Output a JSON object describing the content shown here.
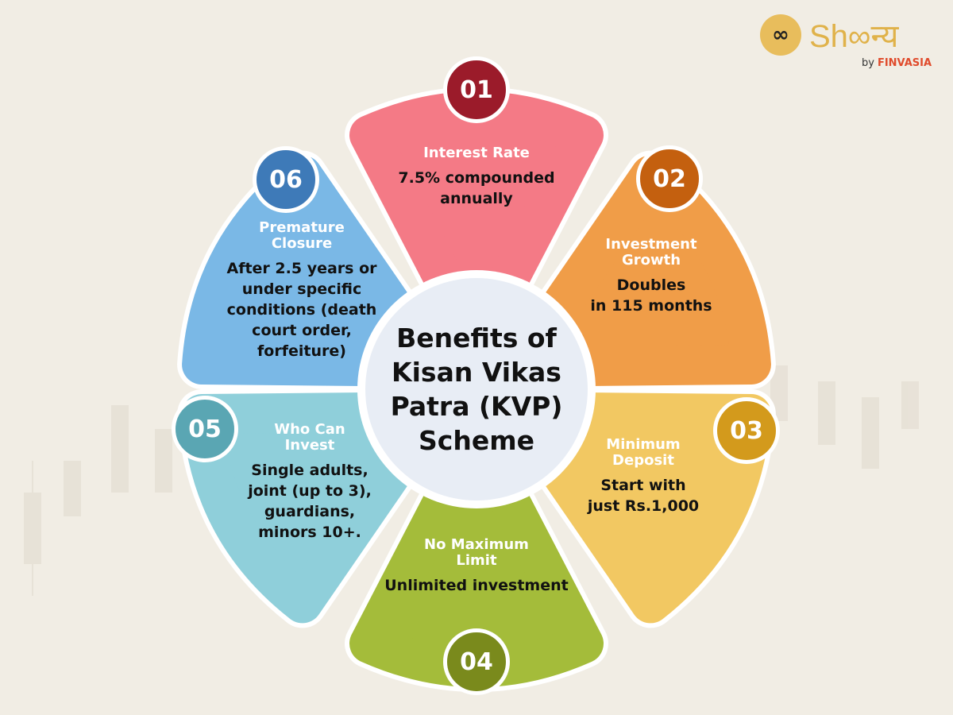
{
  "logo": {
    "brand": "Shoonya",
    "word": "Sh∞न्य",
    "by": "by",
    "company": "FINVASIA"
  },
  "center_title": "Benefits of Kisan Vikas Patra (KVP) Scheme",
  "benefits": [
    {
      "number": "01",
      "title": "Interest Rate",
      "body": [
        "7.5% compounded",
        "annually"
      ],
      "color": "#f47a86",
      "badge_color": "#9b1b2a"
    },
    {
      "number": "02",
      "title": "Investment Growth",
      "title_lines": [
        "Investment",
        "Growth"
      ],
      "body": [
        "Doubles",
        "in 115 months"
      ],
      "color": "#f09d48",
      "badge_color": "#c4600f"
    },
    {
      "number": "03",
      "title": "Minimum Deposit",
      "title_lines": [
        "Minimum",
        "Deposit"
      ],
      "body": [
        "Start with",
        "just Rs.1,000"
      ],
      "color": "#f2c862",
      "badge_color": "#d39a1c"
    },
    {
      "number": "04",
      "title": "No Maximum Limit",
      "title_lines": [
        "No Maximum",
        "Limit"
      ],
      "body": [
        "Unlimited investment"
      ],
      "color": "#a4bc3a",
      "badge_color": "#7a8a1c"
    },
    {
      "number": "05",
      "title": "Who Can Invest",
      "title_lines": [
        "Who Can",
        "Invest"
      ],
      "body": [
        "Single adults,",
        "joint (up to 3),",
        "guardians,",
        "minors 10+."
      ],
      "color": "#8fcfda",
      "badge_color": "#5aa6b3"
    },
    {
      "number": "06",
      "title": "Premature Closure",
      "title_lines": [
        "Premature",
        "Closure"
      ],
      "body": [
        "After 2.5 years or",
        "under specific",
        "conditions (death",
        "court order,",
        "forfeiture)"
      ],
      "color": "#7ab8e6",
      "badge_color": "#3e7ab8"
    }
  ]
}
